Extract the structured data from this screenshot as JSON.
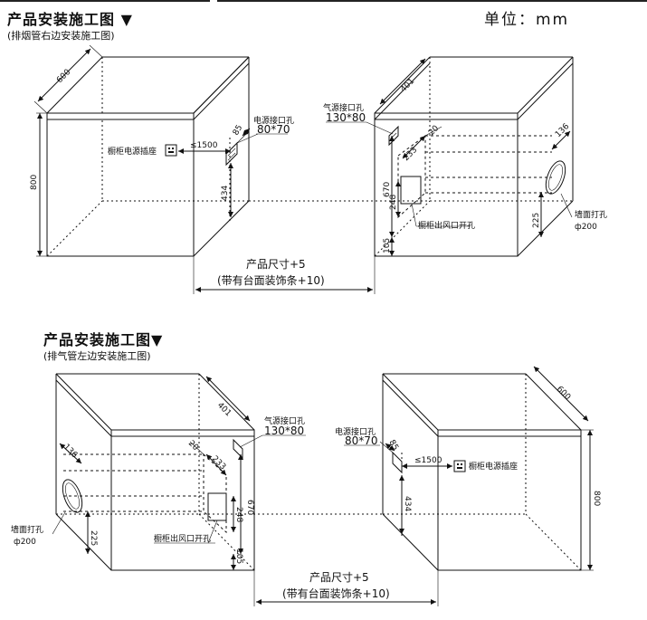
{
  "section1": {
    "title": "产品安装施工图 ▼",
    "subtitle": "(排烟管右边安装施工图)",
    "unit": "单位：mm",
    "left_box": {
      "d_depth": "600",
      "d_height": "800",
      "socket_label": "橱柜电源插座",
      "d_socket": "≤1500",
      "power_hole_label": "电源接口孔",
      "power_hole_size": "80*70",
      "d_85": "85",
      "d_434": "434"
    },
    "right_box": {
      "gas_hole_label": "气源接口孔",
      "gas_hole_size": "130*80",
      "d_401": "401",
      "d_20": "20",
      "d_233": "233",
      "d_670": "670",
      "d_248": "248",
      "d_105": "105",
      "vent_label": "橱柜出风口开孔",
      "d_136": "136",
      "d_225": "225",
      "wall_hole_label": "墙面打孔",
      "wall_hole_size": "ф200"
    },
    "size_line1": "产品尺寸+5",
    "size_line2": "(带有台面装饰条+10)"
  },
  "section2": {
    "title": "产品安装施工图▼",
    "subtitle": "(排气管左边安装施工图)",
    "left_box": {
      "d_401": "401",
      "gas_hole_label": "气源接口孔",
      "gas_hole_size": "130*80",
      "d_136": "136",
      "d_20": "20",
      "d_233": "233",
      "d_670": "670",
      "d_248": "248",
      "d_105": "105",
      "d_225": "225",
      "wall_hole_label": "墙面打孔",
      "wall_hole_size": "ф200",
      "vent_label": "橱柜出风口开孔"
    },
    "right_box": {
      "d_depth": "600",
      "d_height": "800",
      "power_hole_label": "电源接口孔",
      "power_hole_size": "80*70",
      "d_85": "85",
      "d_socket": "≤1500",
      "socket_label": "橱柜电源插座",
      "d_434": "434"
    },
    "size_line1": "产品尺寸+5",
    "size_line2": "(带有台面装饰条+10)"
  }
}
